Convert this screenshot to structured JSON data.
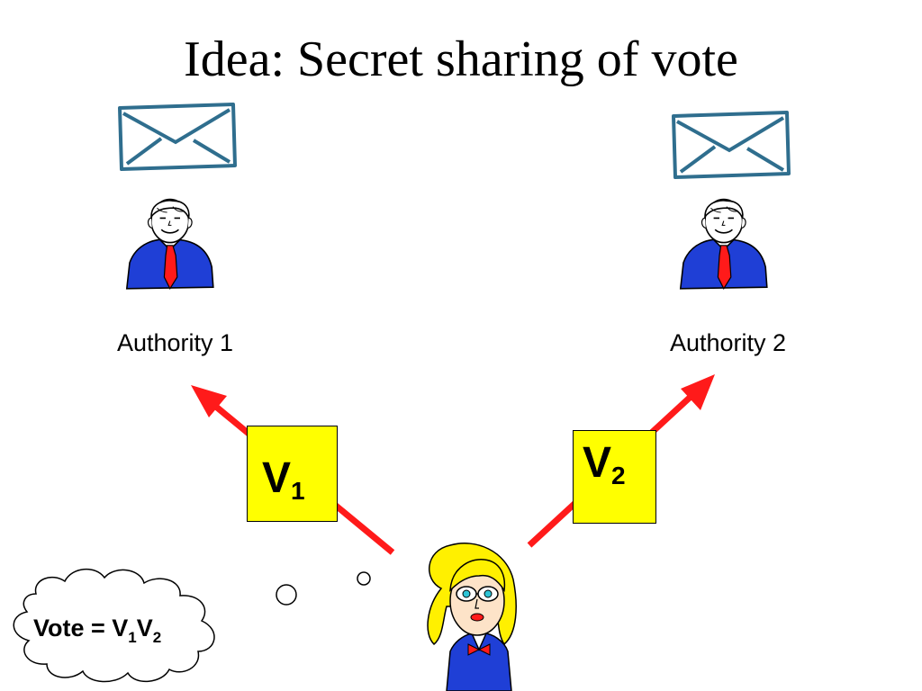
{
  "slide": {
    "title": "Idea: Secret sharing of vote",
    "authorities": [
      {
        "label": "Authority 1"
      },
      {
        "label": "Authority 2"
      }
    ],
    "shares": [
      {
        "letter": "V",
        "sub": "1"
      },
      {
        "letter": "V",
        "sub": "2"
      }
    ],
    "thought": {
      "prefix": "Vote = ",
      "v1_letter": "V",
      "v1_sub": "1",
      "v2_letter": "V",
      "v2_sub": "2"
    },
    "colors": {
      "arrow": "#ff1a1a",
      "share_box": "#ffff00",
      "envelope": "#2f6e8e",
      "suit": "#1f3fd6",
      "tie": "#ff1a1a",
      "hair": "#fff000"
    },
    "icons": [
      "envelope-icon",
      "authority-person-icon",
      "voter-person-icon",
      "thought-cloud-icon"
    ]
  }
}
